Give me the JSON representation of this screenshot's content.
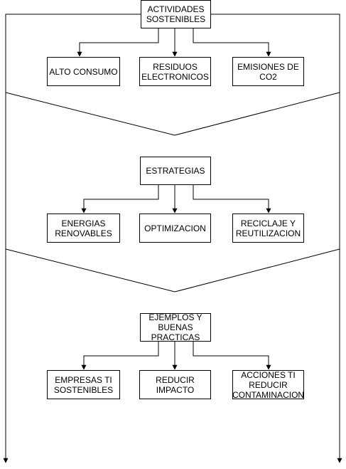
{
  "nodes": {
    "actividades": "ACTIVIDADES\nSOSTENIBLES",
    "alto_consumo": "ALTO CONSUMO",
    "residuos": "RESIDUOS\nELECTRONICOS",
    "emisiones": "EMISIONES DE\nCO2",
    "estrategias": "ESTRATEGIAS",
    "energias": "ENERGIAS\nRENOVABLES",
    "optimizacion": "OPTIMIZACION",
    "reciclaje": "RECICLAJE Y\nREUTILIZACION",
    "ejemplos": "EJEMPLOS Y\nBUENAS\nPRACTICAS",
    "empresas": "EMPRESAS TI\nSOSTENIBLES",
    "reducir": "REDUCIR\nIMPACTO",
    "acciones": "ACCIONES TI\nREDUCIR\nCONTAMINACION"
  },
  "colors": {
    "stroke": "#000000",
    "fill": "#ffffff"
  }
}
